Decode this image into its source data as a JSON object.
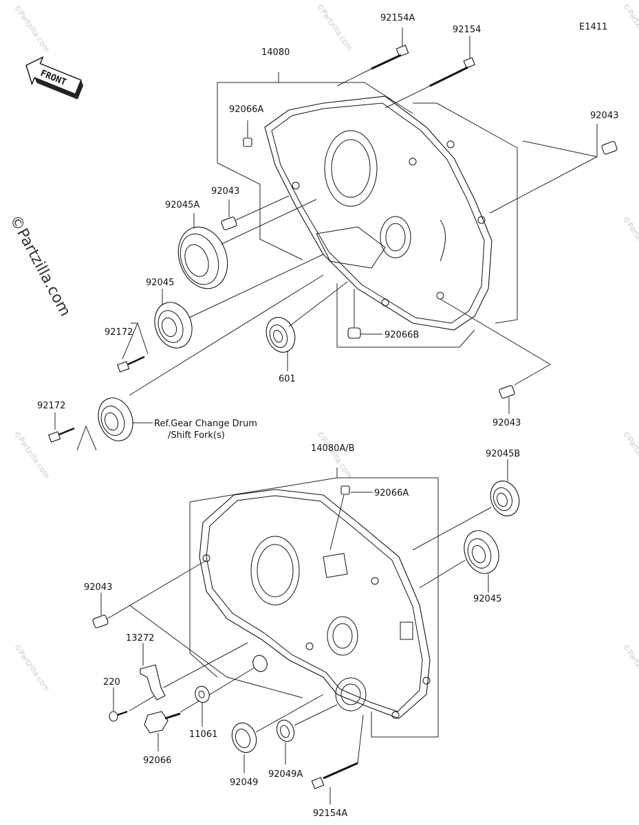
{
  "diagram_code": "E1411",
  "watermark": "©Partzilla.com",
  "direction_label": "FRONT",
  "labels": {
    "p14080": "14080",
    "p92154A_top": "92154A",
    "p92154_top": "92154",
    "p92066A_upper": "92066A",
    "p92043_upper_right": "92043",
    "p92043_upper_left": "92043",
    "p92045A": "92045A",
    "p92045_upper": "92045",
    "p92172_upper": "92172",
    "p92066B": "92066B",
    "p601": "601",
    "p92043_mid_right": "92043",
    "p92172_lower": "92172",
    "ref_line1": "Ref.Gear Change Drum",
    "ref_line2": "/Shift Fork(s)",
    "p14080AB": "14080A/B",
    "p92066A_lower": "92066A",
    "p92045B": "92045B",
    "p92045_lower": "92045",
    "p92043_lower_left": "92043",
    "p13272": "13272",
    "p220": "220",
    "p11061": "11061",
    "p92066": "92066",
    "p92049": "92049",
    "p92049A": "92049A",
    "p92154A_bottom": "92154A"
  }
}
